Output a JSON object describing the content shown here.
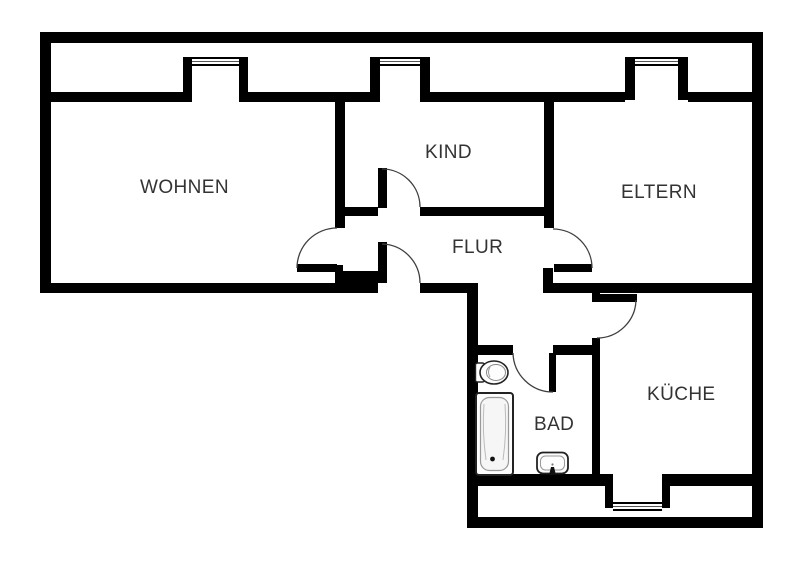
{
  "floorplan": {
    "background": "#ffffff",
    "wall_color": "#000000",
    "label_color": "#333333",
    "rooms": [
      {
        "id": "wohnen",
        "label": "WOHNEN"
      },
      {
        "id": "kind",
        "label": "KIND"
      },
      {
        "id": "eltern",
        "label": "ELTERN"
      },
      {
        "id": "flur",
        "label": "FLUR"
      },
      {
        "id": "bad",
        "label": "BAD"
      },
      {
        "id": "kueche",
        "label": "KÜCHE"
      }
    ],
    "doors": [
      {
        "between": [
          "FLUR",
          "WOHNEN"
        ]
      },
      {
        "between": [
          "FLUR",
          "KIND"
        ]
      },
      {
        "between": [
          "FLUR",
          "ELTERN"
        ]
      },
      {
        "between": [
          "FLUR",
          "KÜCHE"
        ]
      },
      {
        "between": [
          "FLUR",
          "BAD"
        ]
      },
      {
        "between": [
          "FLUR",
          "entrance"
        ]
      }
    ],
    "windows": [
      {
        "room": "WOHNEN"
      },
      {
        "room": "KIND"
      },
      {
        "room": "ELTERN"
      },
      {
        "room": "KÜCHE"
      }
    ],
    "fixtures": [
      {
        "room": "BAD",
        "name": "toilet"
      },
      {
        "room": "BAD",
        "name": "bathtub"
      },
      {
        "room": "BAD",
        "name": "sink"
      }
    ]
  }
}
